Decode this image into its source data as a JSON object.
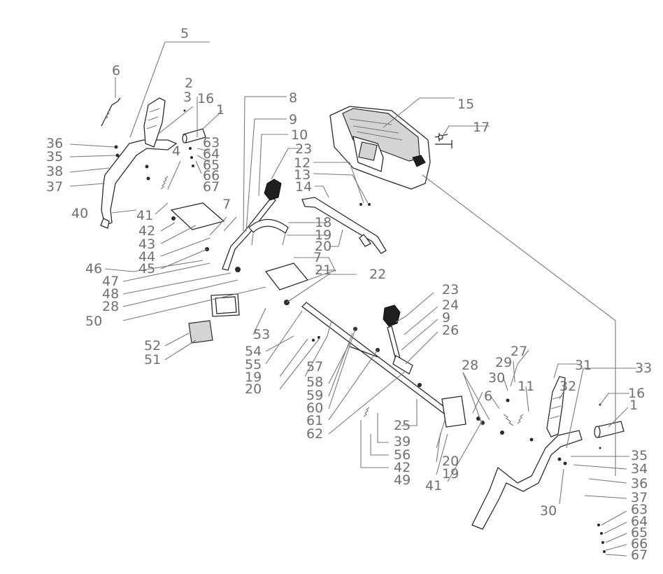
{
  "labels": {
    "p1a": "1",
    "p1b": "1",
    "p2": "2",
    "p3": "3",
    "p4": "4",
    "p5": "5",
    "p6a": "6",
    "p6b": "6",
    "p7a": "7",
    "p7b": "7",
    "p8": "8",
    "p9a": "9",
    "p9b": "9",
    "p10": "10",
    "p11": "11",
    "p12": "12",
    "p13": "13",
    "p14": "14",
    "p15": "15",
    "p16a": "16",
    "p16b": "16",
    "p17": "17",
    "p18": "18",
    "p19a": "19",
    "p19b": "19",
    "p19c": "19",
    "p20a": "20",
    "p20b": "20",
    "p20c": "20",
    "p21": "21",
    "p22": "22",
    "p23a": "23",
    "p23b": "23",
    "p24": "24",
    "p25": "25",
    "p26": "26",
    "p27": "27",
    "p28a": "28",
    "p28b": "28",
    "p29": "29",
    "p30a": "30",
    "p30b": "30",
    "p31": "31",
    "p32": "32",
    "p33": "33",
    "p34": "34",
    "p35a": "35",
    "p35b": "35",
    "p36a": "36",
    "p36b": "36",
    "p37a": "37",
    "p37b": "37",
    "p38": "38",
    "p39": "39",
    "p40": "40",
    "p41a": "41",
    "p41b": "41",
    "p42a": "42",
    "p42b": "42",
    "p43": "43",
    "p44": "44",
    "p45": "45",
    "p46": "46",
    "p47": "47",
    "p48": "48",
    "p49": "49",
    "p50": "50",
    "p51": "51",
    "p52": "52",
    "p53": "53",
    "p54": "54",
    "p55": "55",
    "p56": "56",
    "p57": "57",
    "p58": "58",
    "p59": "59",
    "p60": "60",
    "p61": "61",
    "p62": "62",
    "p63a": "63",
    "p63b": "63",
    "p64a": "64",
    "p64b": "64",
    "p65a": "65",
    "p65b": "65",
    "p66a": "66",
    "p66b": "66",
    "p67a": "67",
    "p67b": "67"
  }
}
